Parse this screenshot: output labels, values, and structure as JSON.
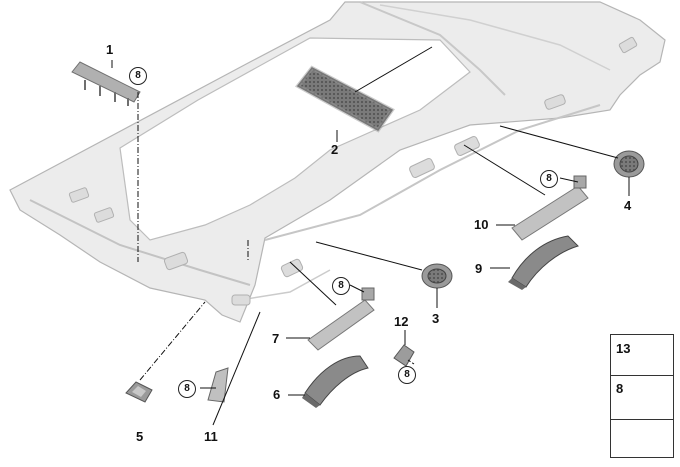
{
  "callouts": {
    "c1": "1",
    "c2": "2",
    "c3": "3",
    "c4": "4",
    "c5": "5",
    "c6": "6",
    "c7": "7",
    "c9": "9",
    "c10": "10",
    "c11": "11",
    "c12": "12"
  },
  "screw_ref": "8",
  "legend": {
    "item13": "13",
    "item8": "8"
  },
  "colors": {
    "headliner_fill": "#ebebeb",
    "headliner_stroke": "#b9b9b9",
    "part_fill": "#8e8e8e",
    "part_light": "#c4c4c4",
    "leader": "#111111"
  }
}
